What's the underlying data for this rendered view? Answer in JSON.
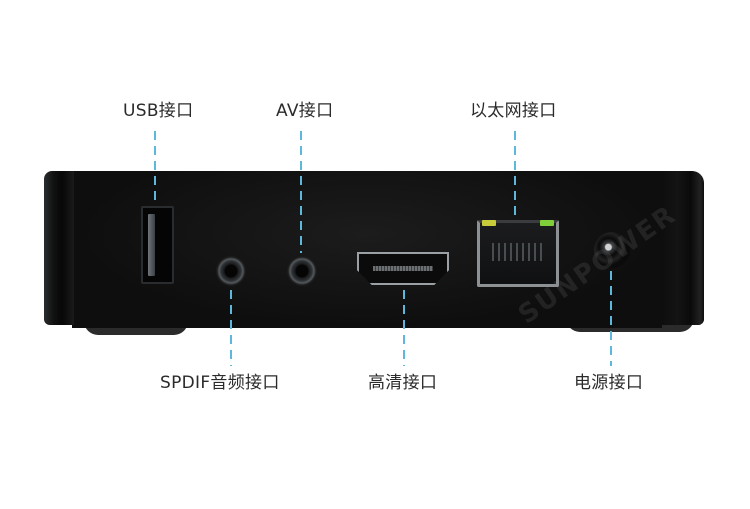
{
  "image": {
    "subject": "Black set-top box rear panel with labeled ports",
    "background_color": "#ffffff",
    "device_color": "#0e0e0e",
    "leader_line_color": "#5db8dc",
    "label_color": "#2b2b2b"
  },
  "labels_top": [
    {
      "id": "usb",
      "text": "USB接口"
    },
    {
      "id": "av",
      "text": "AV接口"
    },
    {
      "id": "ethernet",
      "text": "以太网接口"
    }
  ],
  "labels_bottom": [
    {
      "id": "spdif",
      "text": "SPDIF音频接口"
    },
    {
      "id": "hdmi",
      "text": "高清接口"
    },
    {
      "id": "power",
      "text": "电源接口"
    }
  ],
  "watermark": "SUNPOWER",
  "leds": {
    "left": "#c9cc3a",
    "right": "#7fcf3a"
  }
}
